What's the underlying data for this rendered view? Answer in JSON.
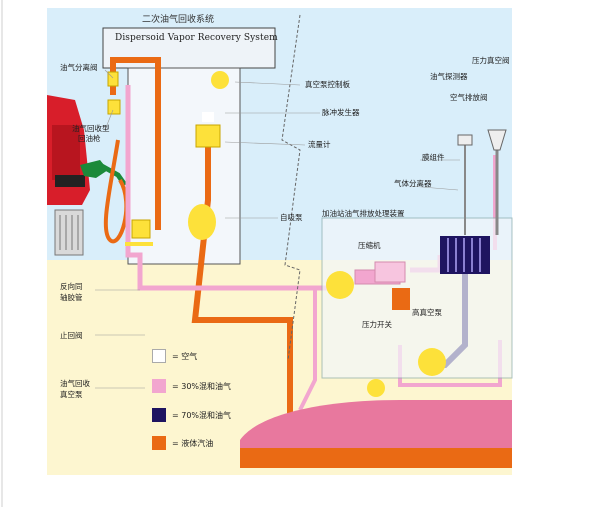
{
  "title": {
    "cn": "二次油气回收系统",
    "en": "Dispersoid Vapor Recovery System"
  },
  "left_labels": {
    "oil_gas_separator_valve": "油气分离阀",
    "vapor_recovery_gun_line1": "油气回收型",
    "vapor_recovery_gun_line2": "回油枪",
    "coaxial_hose_line1": "反向同",
    "coaxial_hose_line2": "轴胶管",
    "check_valve": "止回阀",
    "vacuum_pump_line1": "油气回收",
    "vacuum_pump_line2": "真空泵"
  },
  "center_labels": {
    "vacuum_control_board": "真空泵控制板",
    "pulse_generator": "脉冲发生器",
    "flow_meter": "流量计",
    "self_pump": "自吸泵"
  },
  "right_labels": {
    "pressure_vacuum_valve": "压力真空阀",
    "oil_gas_detector": "油气探测器",
    "gas_exhaust_valve": "空气排放阀",
    "membrane_module": "膜组件",
    "gas_separator": "气体分离器",
    "processing_unit": "加油站油气排放处理装置",
    "compressor": "压缩机",
    "high_vacuum_pump": "高真空泵",
    "pressure_switch": "压力开关"
  },
  "legend": [
    {
      "label": "= 空气",
      "color": "#ffffff"
    },
    {
      "label": "= 30%混和油气",
      "color": "#f2a6cf"
    },
    {
      "label": "= 70%混和油气",
      "color": "#1e1460"
    },
    {
      "label": "= 液体汽油",
      "color": "#ea6a14"
    }
  ],
  "colors": {
    "sky": "#d9eefa",
    "ground": "#fdf6d0",
    "pink": "#f2a6cf",
    "navy": "#1e1460",
    "orange": "#ea6a14",
    "yellow": "#fde13a",
    "tank": "#e8789e",
    "pump_red": "#d81e2a",
    "nozzle_green": "#1b8a3a"
  }
}
